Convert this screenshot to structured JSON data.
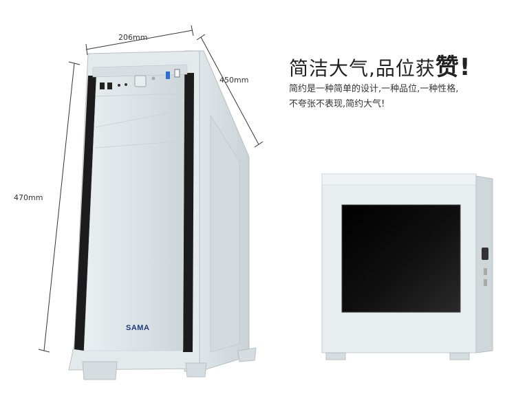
{
  "dimensions": {
    "width": "206mm",
    "depth": "450mm",
    "height": "470mm"
  },
  "headline": {
    "text": "简洁大气,品位获",
    "emphasis": "赞!"
  },
  "subtext": {
    "line1": "简约是一种简单的设计,一种品位,一种性格,",
    "line2": "不夸张不表现,简约大气!"
  },
  "case_front": {
    "brand": "SAMA"
  },
  "colors": {
    "case_body": "#dfe5e7",
    "trim": "#1c1c1c",
    "window": "#0a0a0a",
    "usb_accent": "#2b6fd6"
  }
}
